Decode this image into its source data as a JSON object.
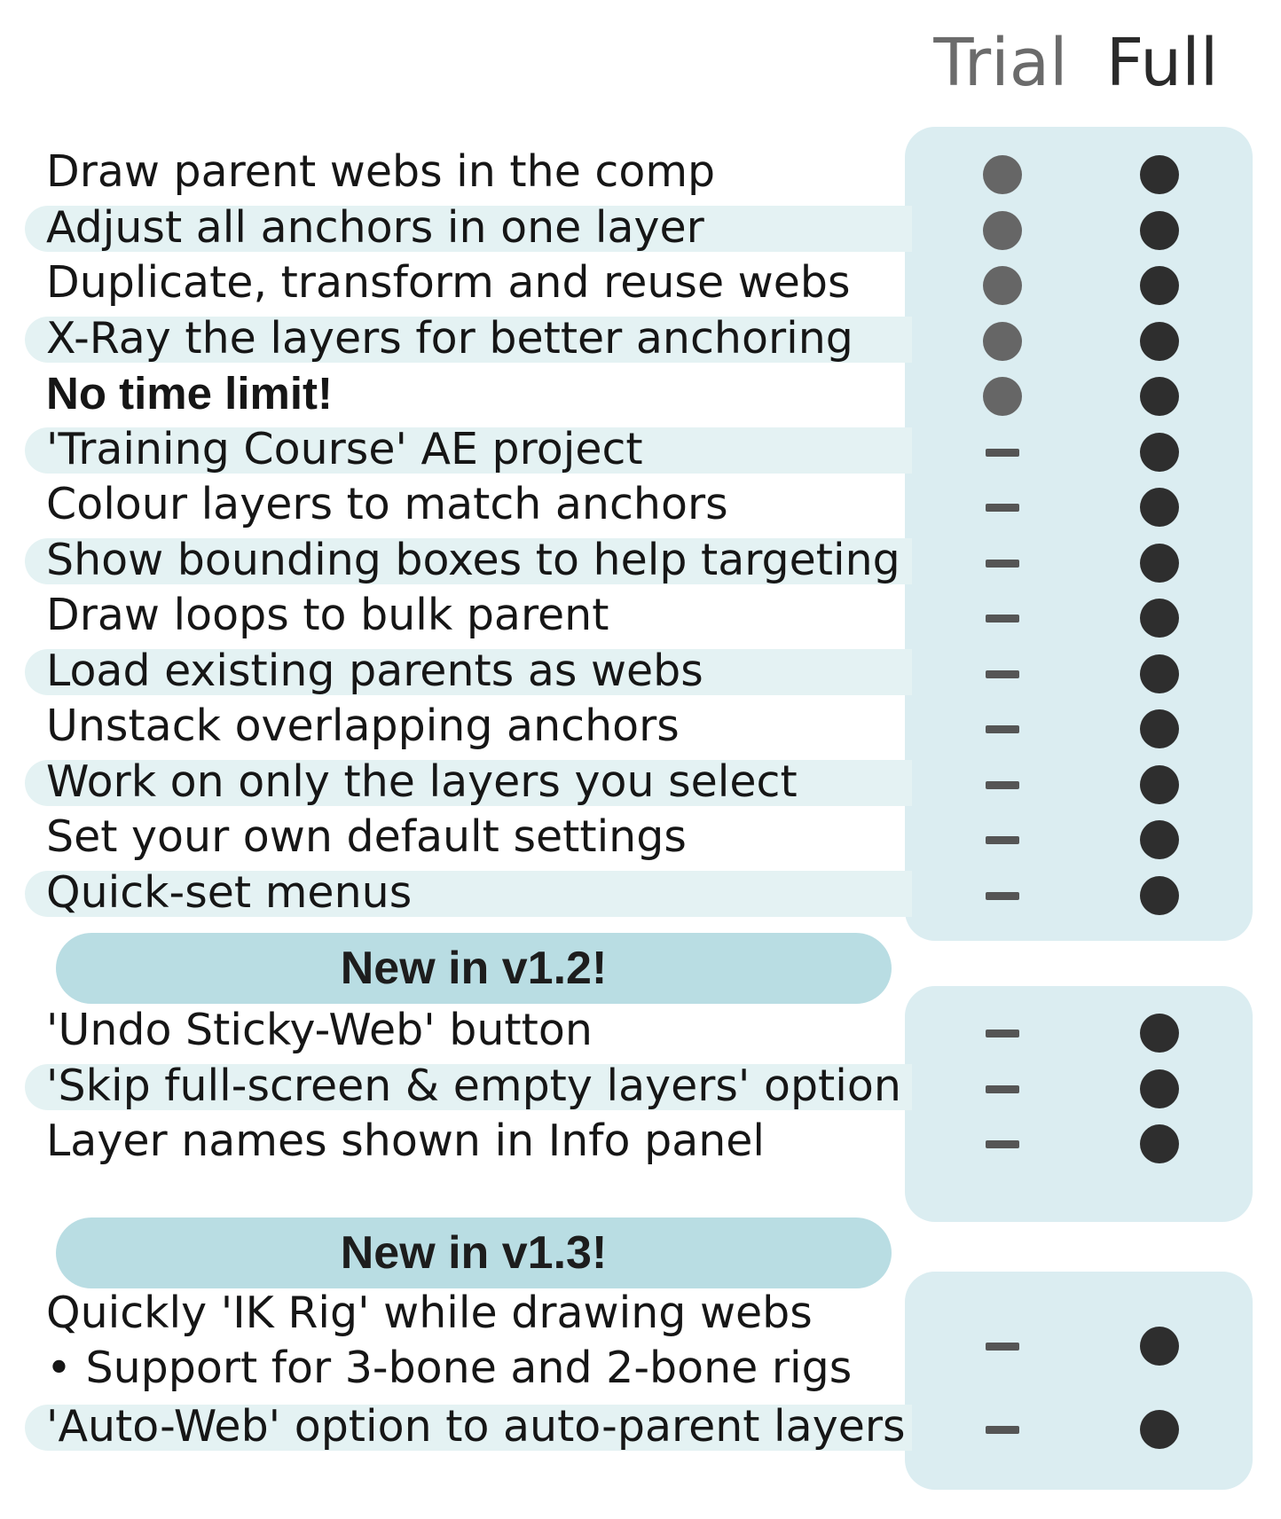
{
  "header": {
    "trial_label": "Trial",
    "full_label": "Full"
  },
  "colors": {
    "panel": "#dbedf1",
    "stripe": "#e4f2f3",
    "pill": "#b9dde3",
    "trial_dot": "#666666",
    "full_dot": "#2e2e2e"
  },
  "main_features": [
    {
      "label": "Draw parent webs in the comp",
      "trial": "dot",
      "full": "dot"
    },
    {
      "label": "Adjust all anchors in one layer",
      "trial": "dot",
      "full": "dot"
    },
    {
      "label": "Duplicate, transform and reuse webs",
      "trial": "dot",
      "full": "dot"
    },
    {
      "label": "X-Ray the layers for better anchoring",
      "trial": "dot",
      "full": "dot"
    },
    {
      "label": "No time limit!",
      "trial": "dot",
      "full": "dot"
    },
    {
      "label": "'Training Course' AE project",
      "trial": "dash",
      "full": "dot"
    },
    {
      "label": "Colour layers to match anchors",
      "trial": "dash",
      "full": "dot"
    },
    {
      "label": "Show bounding boxes to help targeting",
      "trial": "dash",
      "full": "dot"
    },
    {
      "label": "Draw loops to bulk parent",
      "trial": "dash",
      "full": "dot"
    },
    {
      "label": "Load existing parents as webs",
      "trial": "dash",
      "full": "dot"
    },
    {
      "label": "Unstack overlapping anchors",
      "trial": "dash",
      "full": "dot"
    },
    {
      "label": "Work on only the layers you select",
      "trial": "dash",
      "full": "dot"
    },
    {
      "label": "Set your own default settings",
      "trial": "dash",
      "full": "dot"
    },
    {
      "label": "Quick-set menus",
      "trial": "dash",
      "full": "dot"
    }
  ],
  "section_v12": {
    "title": "New in v1.2!",
    "features": [
      {
        "label": "'Undo Sticky-Web' button",
        "trial": "dash",
        "full": "dot"
      },
      {
        "label": "'Skip full-screen & empty layers' option",
        "trial": "dash",
        "full": "dot"
      },
      {
        "label": "Layer names shown in Info panel",
        "trial": "dash",
        "full": "dot"
      }
    ]
  },
  "section_v13": {
    "title": "New in v1.3!",
    "features": [
      {
        "label": "Quickly 'IK Rig' while drawing webs",
        "label2": "• Support for 3-bone and 2-bone rigs",
        "trial": "dash",
        "full": "dot"
      },
      {
        "label": "'Auto-Web' option to auto-parent layers",
        "trial": "dash",
        "full": "dot"
      }
    ]
  }
}
